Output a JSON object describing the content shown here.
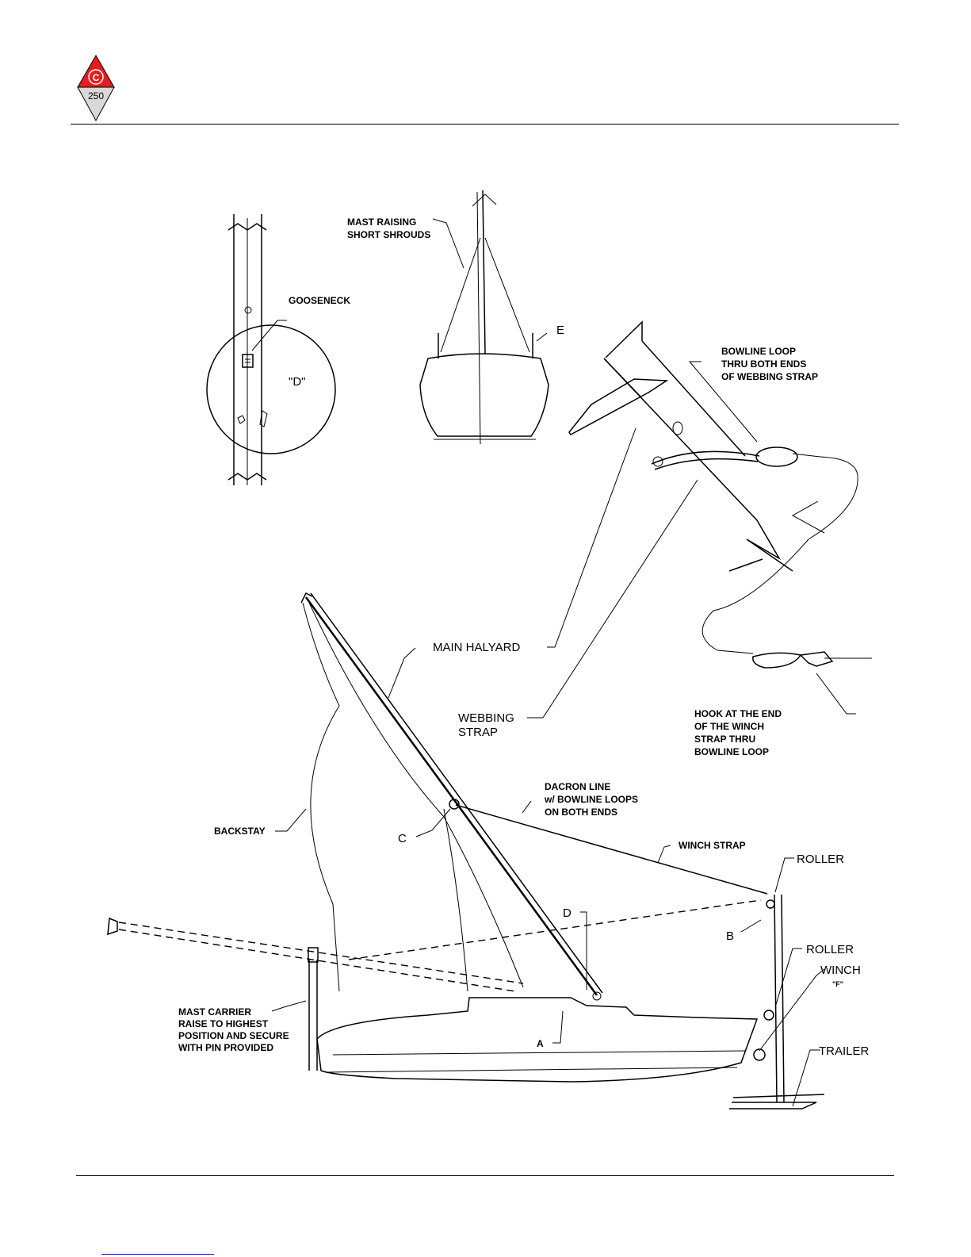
{
  "logo": {
    "letter": "C",
    "number": "250",
    "color": "#e41e1e"
  },
  "labels": {
    "mast_raising_1": "MAST RAISING",
    "mast_raising_2": "SHORT SHROUDS",
    "gooseneck": "GOOSENECK",
    "detail_d": "\"D\"",
    "e": "E",
    "bowline_1": "BOWLINE LOOP",
    "bowline_2": "THRU BOTH ENDS",
    "bowline_3": "OF WEBBING STRAP",
    "main_halyard": "MAIN HALYARD",
    "webbing_1": "WEBBING",
    "webbing_2": "STRAP",
    "hook_1": "HOOK AT THE END",
    "hook_2": "OF THE WINCH",
    "hook_3": "STRAP THRU",
    "hook_4": "BOWLINE LOOP",
    "dacron_1": "DACRON LINE",
    "dacron_2": "w/ BOWLINE LOOPS",
    "dacron_3": "ON BOTH ENDS",
    "backstay": "BACKSTAY",
    "c": "C",
    "winch_strap": "WINCH STRAP",
    "roller_top": "ROLLER",
    "d": "D",
    "b": "B",
    "roller_bottom": "ROLLER",
    "winch": "WINCH",
    "f": "\"F\"",
    "mast_carrier_1": "MAST CARRIER",
    "mast_carrier_2": "RAISE TO HIGHEST",
    "mast_carrier_3": "POSITION AND SECURE",
    "mast_carrier_4": "WITH PIN PROVIDED",
    "a": "A",
    "trailer": "TRAILER"
  }
}
